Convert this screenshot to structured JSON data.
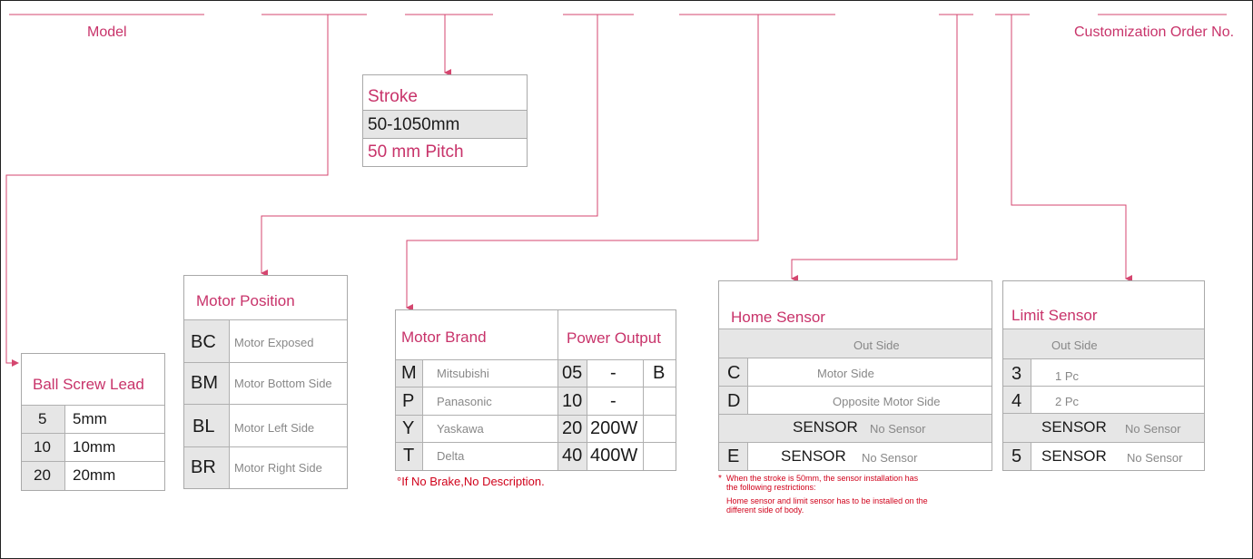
{
  "header": {
    "model_label": "Model",
    "order_label": "Customization Order No."
  },
  "stroke": {
    "title": "Stroke",
    "range": "50-1050mm",
    "pitch": "50 mm Pitch"
  },
  "ball_screw": {
    "title": "Ball Screw Lead",
    "rows": [
      {
        "code": "5",
        "value": "5mm"
      },
      {
        "code": "10",
        "value": "10mm"
      },
      {
        "code": "20",
        "value": "20mm"
      }
    ]
  },
  "motor_position": {
    "title": "Motor Position",
    "rows": [
      {
        "code": "BC",
        "desc": "Motor Exposed"
      },
      {
        "code": "BM",
        "desc": "Motor Bottom Side"
      },
      {
        "code": "BL",
        "desc": "Motor Left Side"
      },
      {
        "code": "BR",
        "desc": "Motor Right Side"
      }
    ]
  },
  "motor_brand": {
    "title": "Motor Brand",
    "power_title": "Power Output",
    "rows": [
      {
        "code": "M",
        "brand": "Mitsubishi",
        "pcode": "05",
        "power": "-",
        "brake": "B"
      },
      {
        "code": "P",
        "brand": "Panasonic",
        "pcode": "10",
        "power": "-",
        "brake": ""
      },
      {
        "code": "Y",
        "brand": "Yaskawa",
        "pcode": "20",
        "power": "200W",
        "brake": ""
      },
      {
        "code": "T",
        "brand": "Delta",
        "pcode": "40",
        "power": "400W",
        "brake": ""
      }
    ],
    "note": "°If No Brake,No Description."
  },
  "home_sensor": {
    "title": "Home Sensor",
    "out_side": "Out Side",
    "rows": [
      {
        "code": "C",
        "desc": "Motor Side"
      },
      {
        "code": "D",
        "desc": "Opposite Motor Side"
      }
    ],
    "sensor_label": "SENSOR",
    "no_sensor": "No Sensor",
    "last_code": "E",
    "note_star": "*",
    "note_line1": "When the stroke is 50mm, the sensor installation has",
    "note_line2": "the following restrictions:",
    "note_line3": "Home sensor and limit sensor has to be    installed on the",
    "note_line4": "different side of body."
  },
  "limit_sensor": {
    "title": "Limit Sensor",
    "out_side": "Out Side",
    "rows": [
      {
        "code": "3",
        "desc": "1 Pc"
      },
      {
        "code": "4",
        "desc": "2 Pc"
      }
    ],
    "sensor_label": "SENSOR",
    "no_sensor": "No Sensor",
    "last_code": "5"
  },
  "colors": {
    "accent": "#c8336a",
    "wire": "#d4466f",
    "border": "#a9a9a9",
    "shade": "#e6e6e6",
    "note_red": "#d0021b"
  }
}
